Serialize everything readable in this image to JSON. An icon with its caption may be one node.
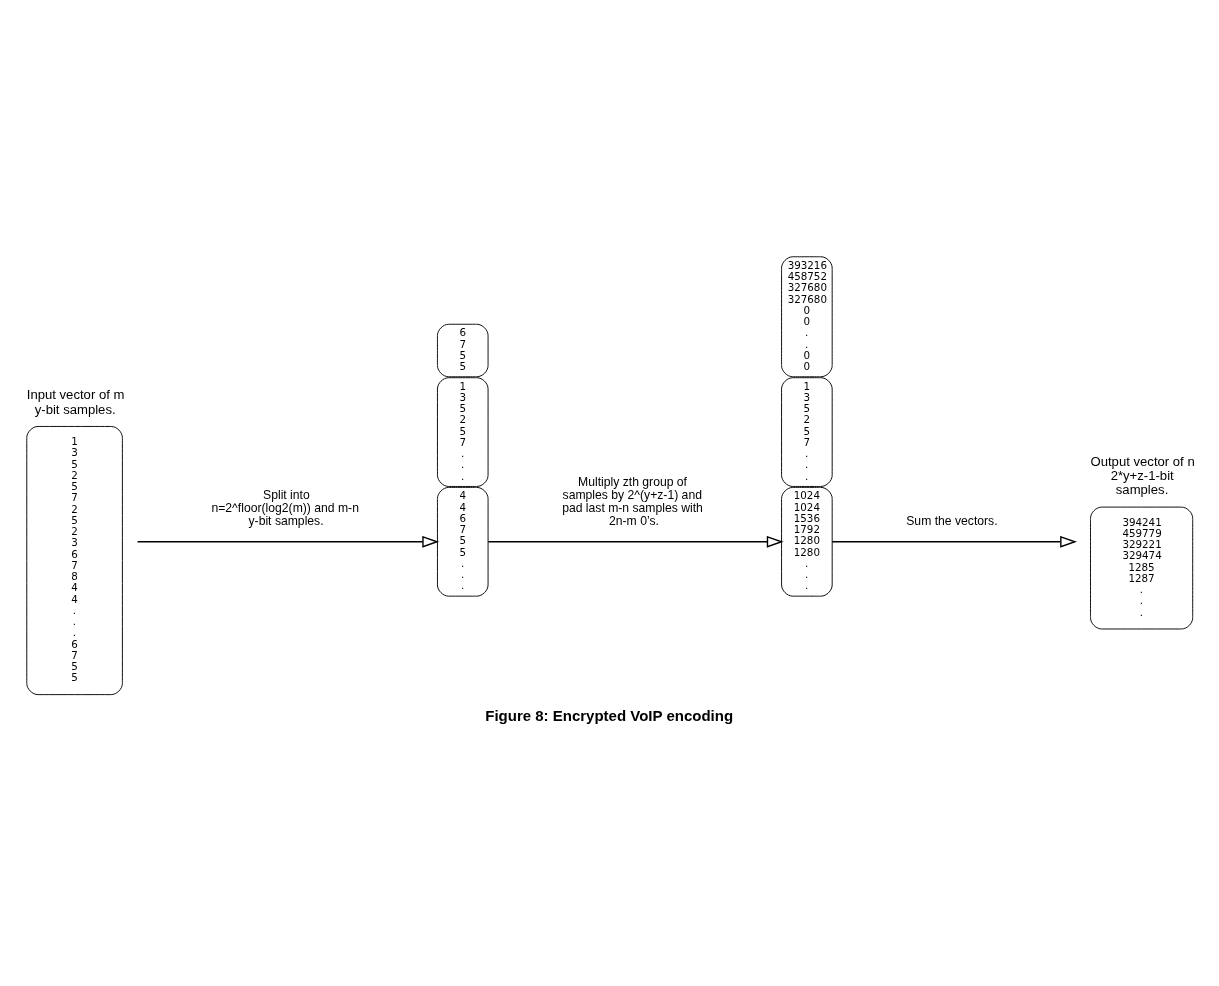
{
  "diagram": {
    "caption": "Figure 8: Encrypted VoIP encoding",
    "nodes": [
      {
        "text": [
          "Input vector of m y-bit samples.",
          "1 3 5 2 5 7 2 5 2 3 6 7 8 4 4 . . . 6 7 5 5"
        ]
      },
      {
        "text": [
          "1 3 5 2 5 7 . . ."
        ]
      },
      {
        "text": [
          "4 4 6 7 5 5 . . ."
        ]
      },
      {
        "text": [
          "6 7 5 5"
        ]
      },
      {
        "text": [
          "1 3 5 2 5 7 . . ."
        ]
      },
      {
        "text": [
          "1024 1024 1536 1792 1280 1280 . . ."
        ]
      },
      {
        "text": [
          "393216 458752 327680 327680 0 0 . . 0 0"
        ]
      },
      {
        "text": [
          "Output vector of n 2*y+z-1-bit samples.",
          "394241 459779 329221 329474 1285 1287 . . ."
        ]
      }
    ],
    "edges": [
      {
        "from": 0,
        "to": 2,
        "arrow": "to",
        "label": "Split into n=2^floor(log2(m)) and m-n y-bit samples."
      },
      {
        "from": 2,
        "to": 5,
        "arrow": "to",
        "label": "Multiply zth group of samples by 2^(y+z-1) and pad last m-n samples with 2n-m 0’s."
      },
      {
        "from": 5,
        "to": 7,
        "arrow": "to",
        "label": "Sum the vectors."
      }
    ]
  }
}
